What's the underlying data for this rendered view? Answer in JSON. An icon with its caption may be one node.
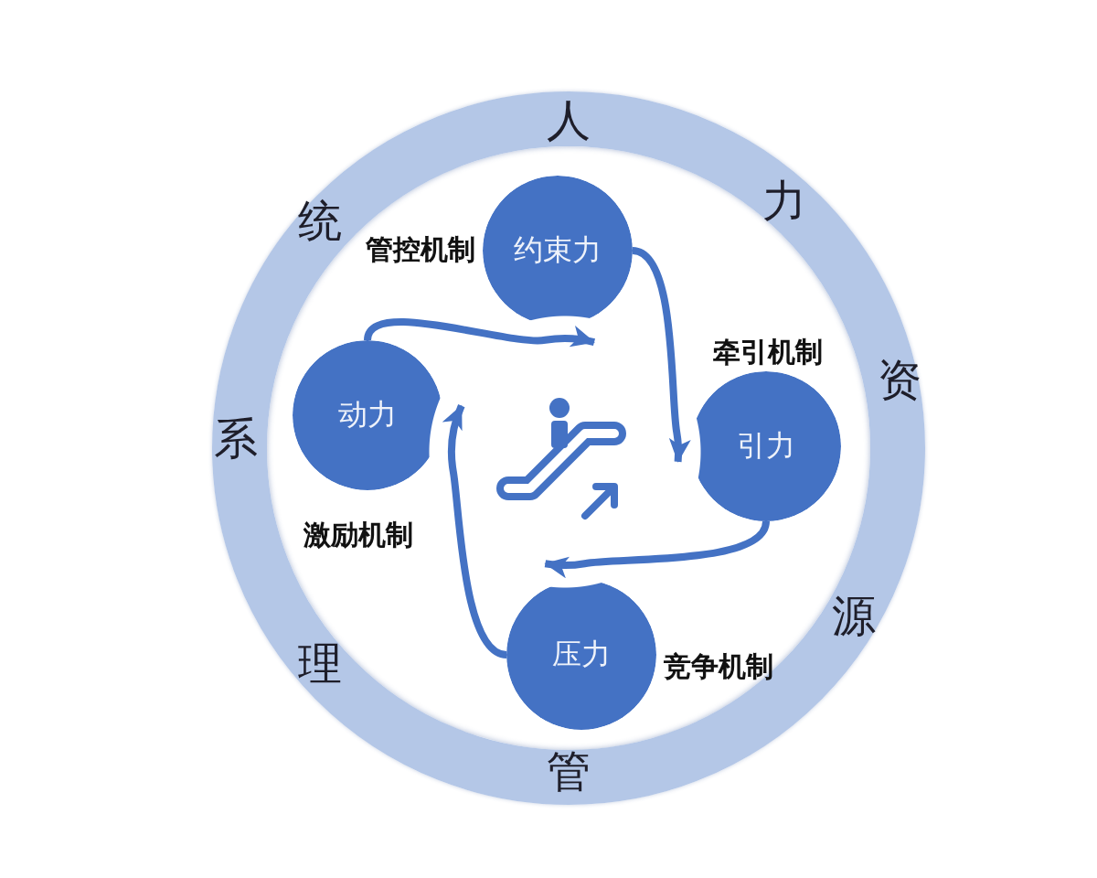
{
  "diagram": {
    "nodes": [
      {
        "text": [
          "人",
          "力",
          "资",
          "源",
          "管",
          "理",
          "系",
          "统"
        ]
      },
      {
        "text": [
          "约束力"
        ],
        "in": 0,
        "beside": [
          "管控机制"
        ]
      },
      {
        "text": [
          "动力"
        ],
        "in": 0,
        "beside": [
          "激励机制"
        ]
      },
      {
        "text": [
          "引力"
        ],
        "in": 0,
        "beside": [
          "牵引机制"
        ]
      },
      {
        "text": [
          "压力"
        ],
        "in": 0,
        "beside": [
          "竞争机制"
        ]
      }
    ],
    "edges": [
      {
        "from": 2,
        "to": 1,
        "arrow": "to"
      },
      {
        "from": 1,
        "to": 3,
        "arrow": "to"
      },
      {
        "from": 3,
        "to": 4,
        "arrow": "to"
      },
      {
        "from": 4,
        "to": 2,
        "arrow": "to"
      }
    ]
  }
}
